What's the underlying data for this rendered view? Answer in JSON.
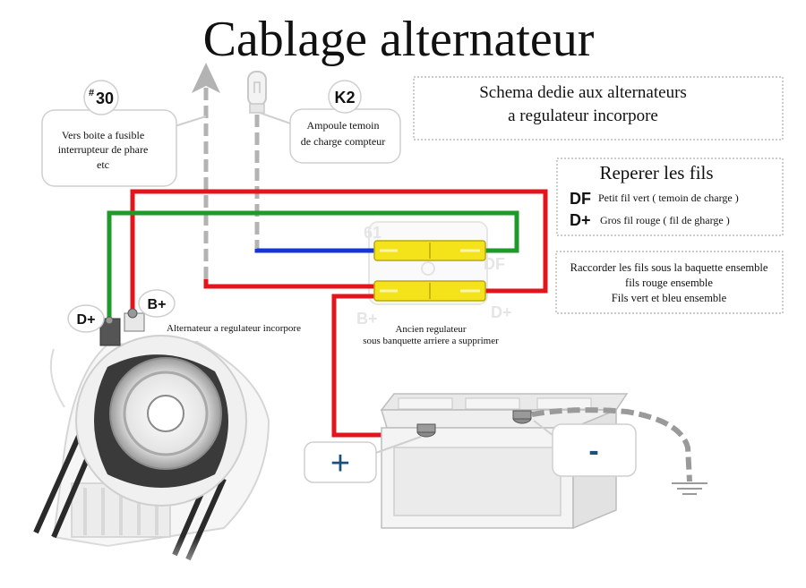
{
  "title": "Cablage alternateur",
  "info_box": {
    "line1": "Schema dedie aux alternateurs",
    "line2": "a regulateur incorpore"
  },
  "legend": {
    "heading": "Reperer les fils",
    "df_tag": "DF",
    "df_text": "Petit fil vert ( temoin de charge )",
    "dplus_tag": "D+",
    "dplus_text": "Gros fil rouge ( fil de gharge )"
  },
  "instructions": {
    "line1": "Raccorder les fils sous la baquette ensemble",
    "line2": "fils rouge ensemble",
    "line3": "Fils vert et bleu ensemble"
  },
  "callout_30": {
    "badge_hash": "#",
    "badge_num": "30",
    "line1": "Vers boite a fusible",
    "line2": "interrupteur de phare",
    "line3": "etc"
  },
  "callout_k2": {
    "badge": "K2",
    "line1": "Ampoule temoin",
    "line2": "de charge compteur"
  },
  "alternator": {
    "dplus_badge": "D+",
    "bplus_badge": "B+",
    "caption": "Alternateur a regulateur incorpore"
  },
  "regulator": {
    "label_61": "61",
    "label_df": "DF",
    "label_bplus": "B+",
    "label_dplus": "D+",
    "caption_line1": "Ancien regulateur",
    "caption_line2": "sous banquette arriere a supprimer"
  },
  "battery": {
    "plus_symbol": "+",
    "minus_symbol": "-"
  },
  "colors": {
    "red": "#e3141b",
    "green": "#1f9a2a",
    "blue": "#1734d6",
    "yellow": "#f4e21a",
    "gray": "#b3b3b3",
    "minus_blue": "#1d4f7c"
  }
}
